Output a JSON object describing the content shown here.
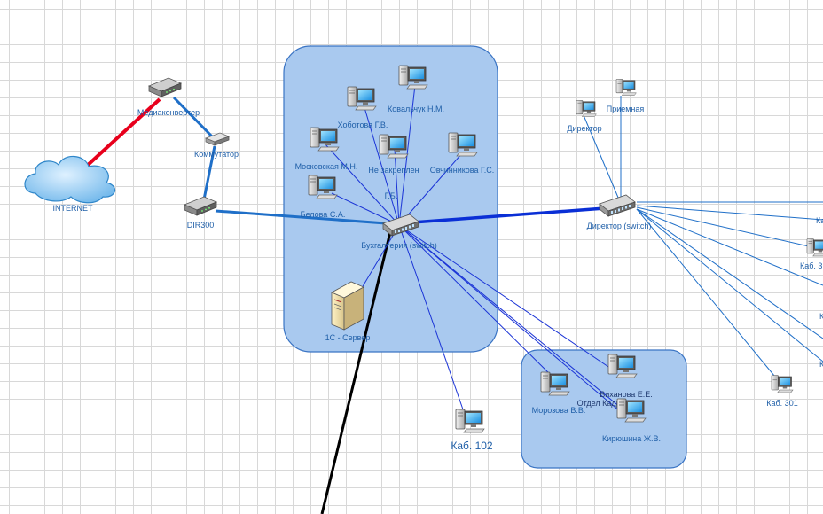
{
  "internet": "INTERNET",
  "mediaconverter": "Медиаконвертер",
  "switch_small": "Коммутатор",
  "router": "DIR300",
  "accounting_switch": "Бухгалтерия (switch)",
  "director_switch": "Директор (switch)",
  "server": "1С - Сервер",
  "room_102": "Каб. 102",
  "room_301": "Каб. 301",
  "pcs_accounting": {
    "kovalchuk": "Ковальчук Н.М.",
    "khobotova": "Хоботова Г.В.",
    "moskovskaya": "Московская М.Н.",
    "ne_zakreplen": "Не закреплен",
    "ovchinnikova": "Овчинникова Г.С.",
    "gbuh": "Г.Б.",
    "belova": "Белова С.А."
  },
  "pcs_director": {
    "director": "Директор",
    "priemnaya": "Приемная"
  },
  "pcs_hr": {
    "morozova": "Морозова В.В.",
    "vikhanova": "Виханова Е.Е.",
    "otdel_kadrov": "Отдел Кадров",
    "kiryushina": "Кирюшина Ж.В."
  },
  "offscreen_labels": {
    "right_top": "Ка",
    "right_mid": "Каб. 3"
  },
  "colors": {
    "group_fill": "#a9c9ef",
    "group_stroke": "#3a74c4",
    "wan_link": "#e8001c",
    "trunk_link": "#0a2fd6",
    "lan_link": "#1f6fc8",
    "label": "#1f5fa8"
  }
}
